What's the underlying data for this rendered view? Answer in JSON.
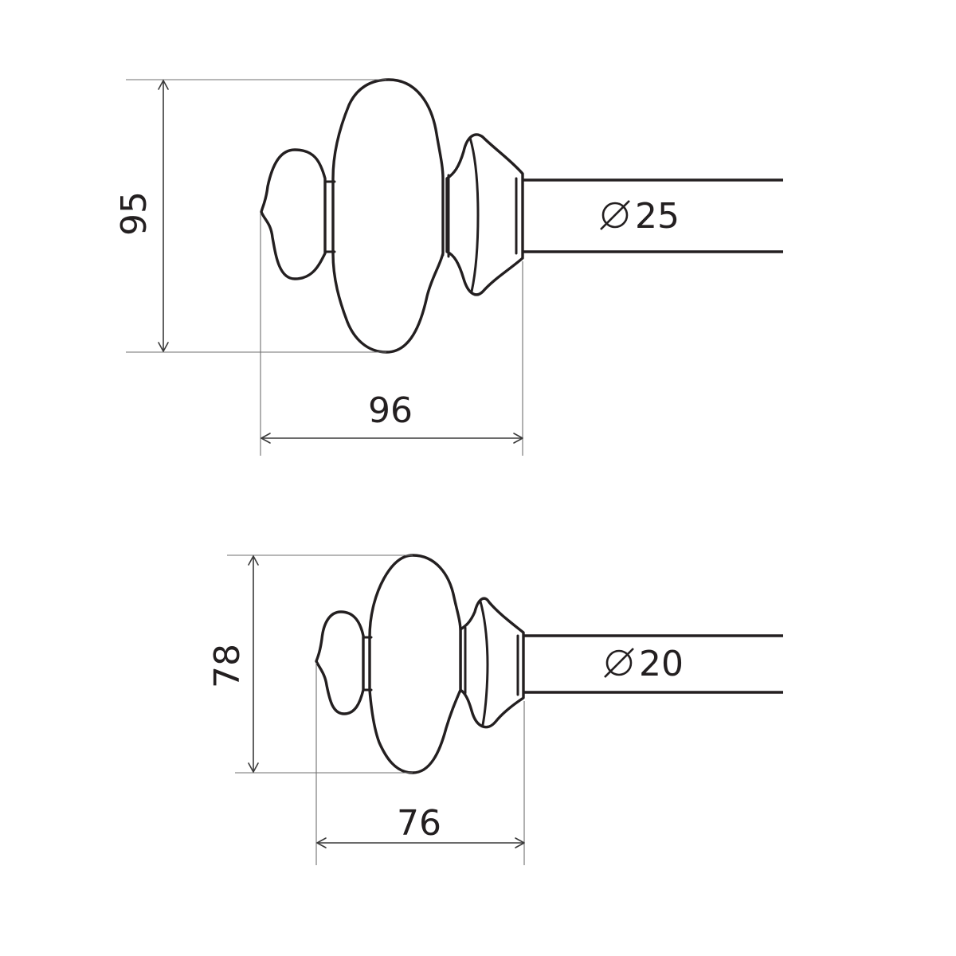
{
  "finial_large": {
    "height": "95",
    "length": "96",
    "rod_diameter": "25",
    "diameter_symbol": "diameter-icon"
  },
  "finial_small": {
    "height": "78",
    "length": "76",
    "rod_diameter": "20",
    "diameter_symbol": "diameter-icon"
  },
  "colors": {
    "line": "#231f20",
    "dimension": "#3a3a3a",
    "background": "#ffffff"
  }
}
